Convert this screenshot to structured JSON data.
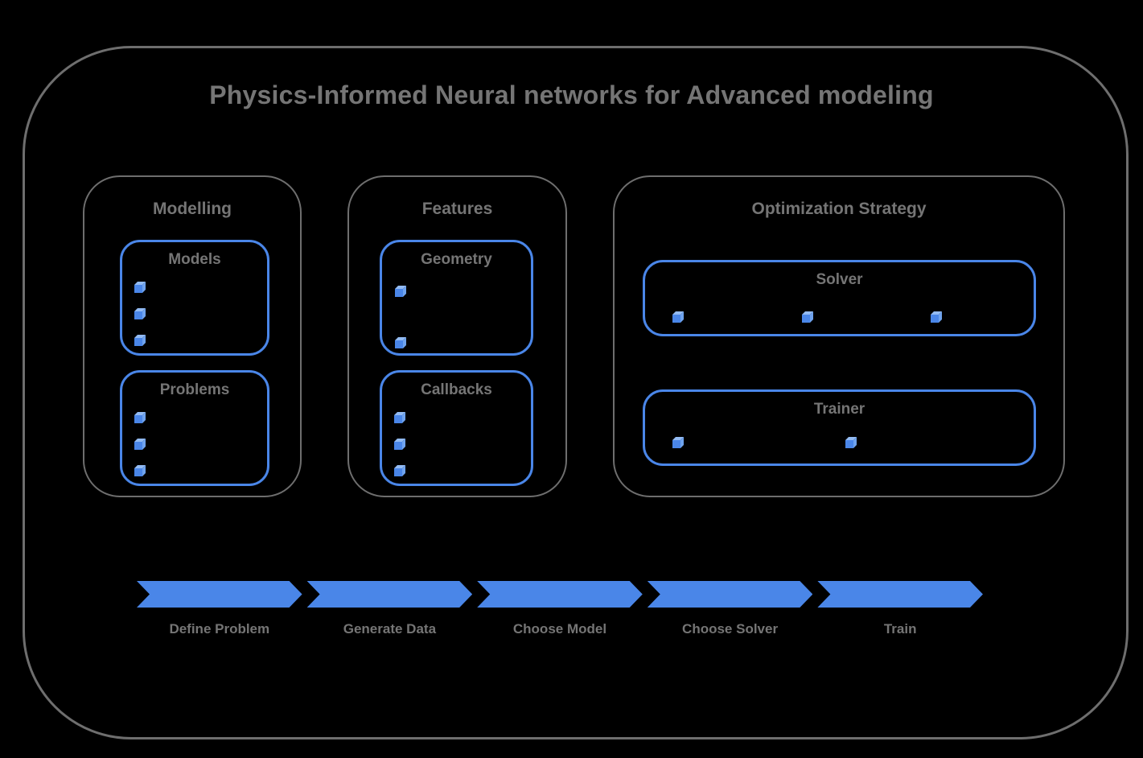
{
  "title": "Physics-Informed Neural networks for Advanced modeling",
  "colors": {
    "background": "#000000",
    "frame_border": "#6e6e6e",
    "text_gray": "#757575",
    "accent_blue": "#4a86e8",
    "cube_top": "#93bbf3",
    "cube_side": "#6fa3ee"
  },
  "icons": {
    "bullet": "cube-icon"
  },
  "sections": [
    {
      "label": "Modelling",
      "groups": [
        {
          "label": "Models",
          "bullet_count": 3
        },
        {
          "label": "Problems",
          "bullet_count": 3
        }
      ]
    },
    {
      "label": "Features",
      "groups": [
        {
          "label": "Geometry",
          "bullet_count": 2
        },
        {
          "label": "Callbacks",
          "bullet_count": 3
        }
      ]
    },
    {
      "label": "Optimization Strategy",
      "groups": [
        {
          "label": "Solver",
          "bullet_count": 3
        },
        {
          "label": "Trainer",
          "bullet_count": 2
        }
      ]
    }
  ],
  "pipeline": {
    "steps": [
      "Define Problem",
      "Generate Data",
      "Choose Model",
      "Choose Solver",
      "Train"
    ]
  }
}
